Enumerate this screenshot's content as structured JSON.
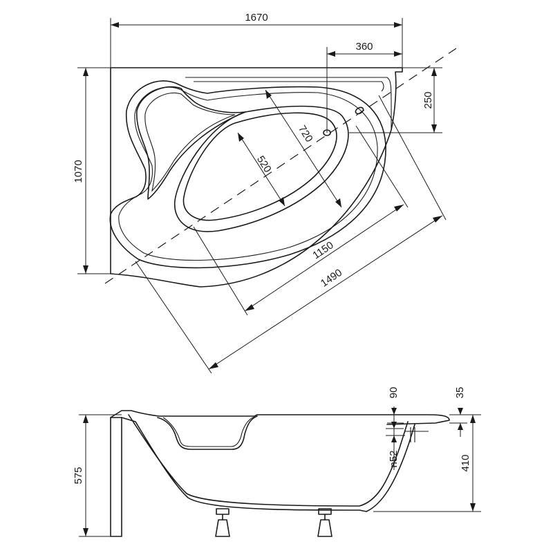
{
  "top_view": {
    "width_label": "1670",
    "drain_offset_label": "360",
    "depth_label": "1070",
    "drain_depth_label": "250",
    "inner_width_label": "520",
    "inner_length_label": "720",
    "inner_diag_label": "1150",
    "outer_diag_label": "1490"
  },
  "side_view": {
    "height_label": "575",
    "rim_height_label": "410",
    "overflow_label": "90",
    "rim_thickness_label": "35",
    "drain_label": "n52"
  }
}
